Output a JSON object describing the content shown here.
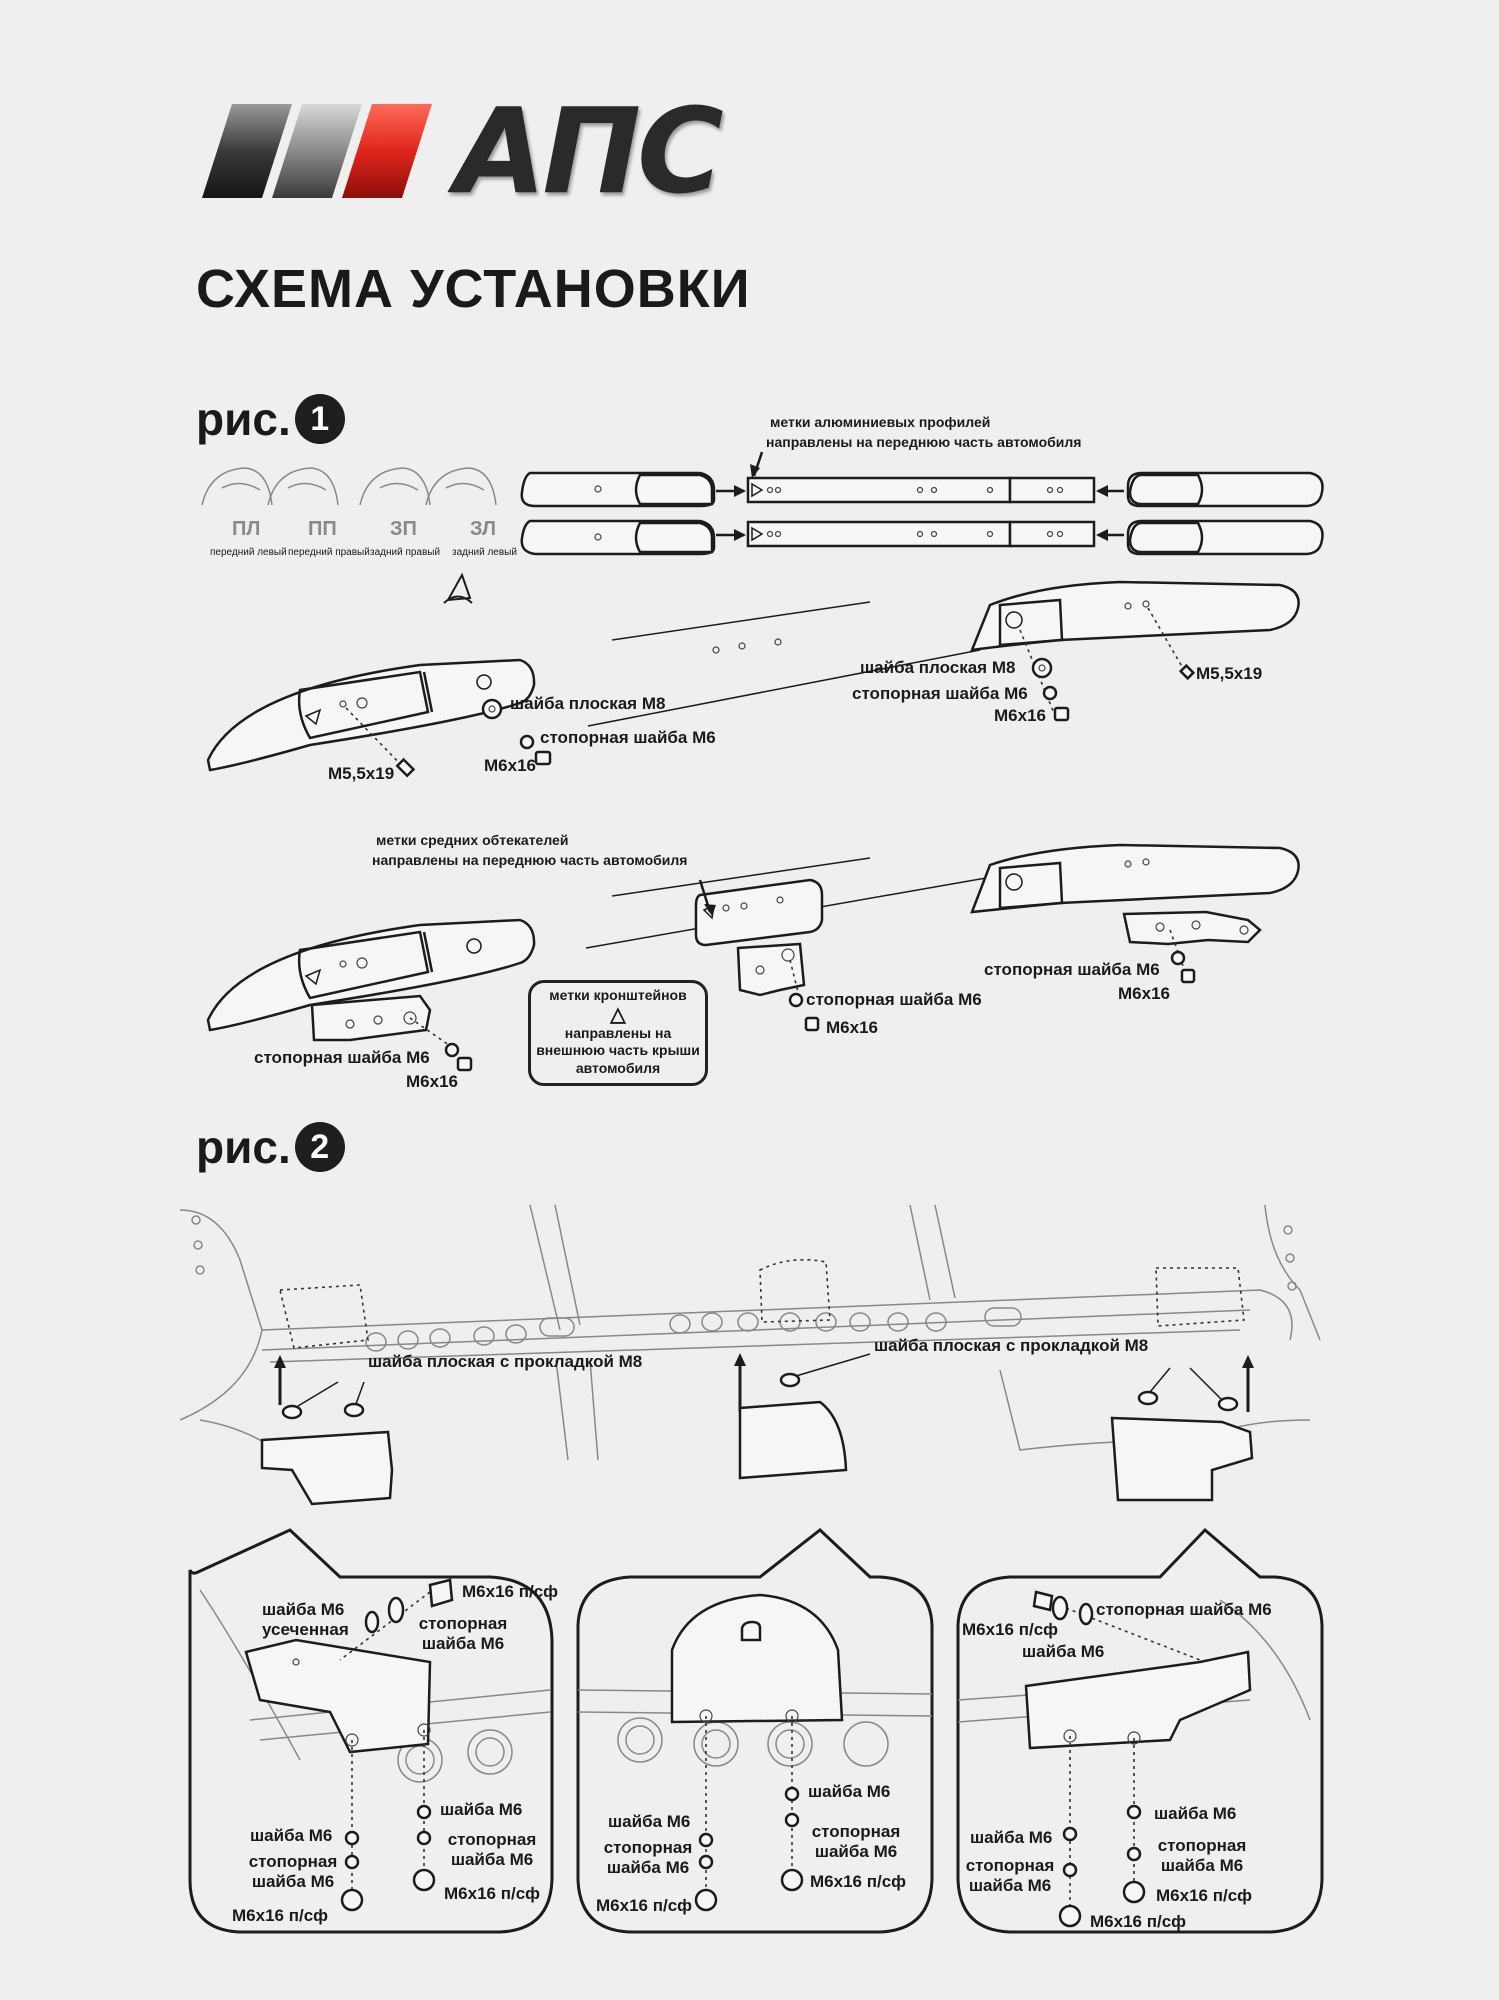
{
  "brand": {
    "logo_text": "АПС"
  },
  "page_title": "СХЕМА УСТАНОВКИ",
  "fig1": {
    "label": "рис.",
    "number": "1",
    "positions": [
      {
        "code": "ПЛ",
        "caption": "передний левый"
      },
      {
        "code": "ПП",
        "caption": "передний правый"
      },
      {
        "code": "ЗП",
        "caption": "задний правый"
      },
      {
        "code": "ЗЛ",
        "caption": "задний левый"
      }
    ],
    "profile_note": {
      "line1": "метки алюминиевых профилей",
      "line2": "направлены на переднюю часть автомобиля"
    },
    "fairing_note": {
      "line1": "метки средних обтекателей",
      "line2": "направлены на переднюю часть автомобиля"
    },
    "bracket_note": {
      "line1": "метки кронштейнов",
      "symbol": "△",
      "line2": "направлены на",
      "line3": "внешнюю часть крыши",
      "line4": "автомобиля"
    },
    "labels": {
      "flat_washer_m8": "шайба плоская М8",
      "lock_washer_m6": "стопорная шайба М6",
      "bolt_m6x16": "М6x16",
      "screw_m5": "М5,5x19"
    }
  },
  "fig2": {
    "label": "рис.",
    "number": "2",
    "washer_gasket_m8": "шайба плоская с прокладкой М8",
    "detail_left": {
      "cut_washer": "шайба М6 усеченная",
      "bolt_top": "М6x16 п/сф",
      "lock_top": "стопорная шайба М6",
      "washer_a": "шайба М6",
      "lock_a": "стопорная шайба М6",
      "bolt_a": "М6x16 п/сф",
      "washer_b": "шайба М6",
      "lock_b": "стопорная шайба М6",
      "bolt_b": "М6x16 п/сф"
    },
    "detail_center": {
      "washer_a": "шайба М6",
      "lock_a": "стопорная шайба М6",
      "bolt_a": "М6x16 п/сф",
      "washer_b": "шайба М6",
      "lock_b": "стопорная шайба М6",
      "bolt_b": "М6x16 п/сф"
    },
    "detail_right": {
      "bolt_top": "М6x16 п/сф",
      "washer_top": "шайба М6",
      "lock_top": "стопорная шайба М6",
      "washer_a": "шайба М6",
      "lock_a": "стопорная шайба М6",
      "bolt_a": "М6x16 п/сф",
      "washer_b": "шайба М6",
      "lock_b": "стопорная шайба М6",
      "bolt_b": "М6x16 п/сф"
    }
  }
}
